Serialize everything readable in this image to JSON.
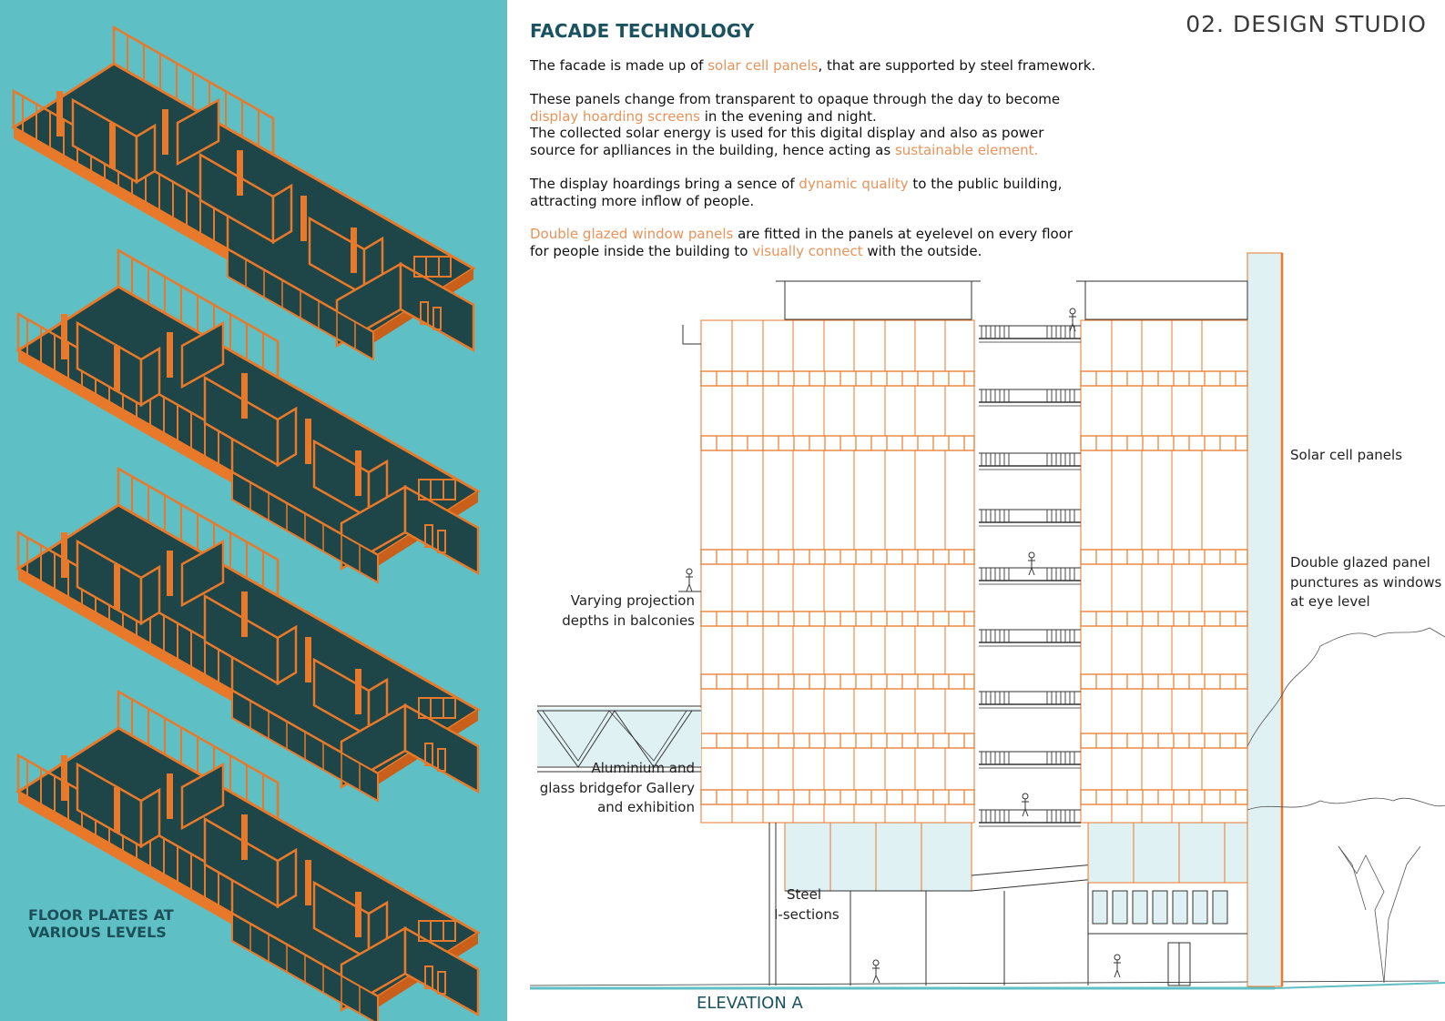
{
  "header": {
    "studio": "02. DESIGN STUDIO"
  },
  "facade": {
    "heading": "FACADE TECHNOLOGY",
    "p1": {
      "a": "The facade is made up of ",
      "hl1": "solar cell panels",
      "b": ", that are supported by steel framework."
    },
    "p2": {
      "a": "These panels change from transparent to opaque through the day to become ",
      "hl1": "display hoarding screens",
      "b": " in the evening and night.",
      "c": "The collected solar energy is used for this digital display and also as power source for aplliances in the building, hence acting as ",
      "hl2": "sustainable element."
    },
    "p3": {
      "a": "The display hoardings bring a sence of ",
      "hl1": "dynamic quality",
      "b": " to the public building, attracting more inflow of people."
    },
    "p4": {
      "hl1": "Double glazed window panels",
      "a": " are fitted in the panels at eyelevel on every floor for people inside the building to ",
      "hl2": "visually connect",
      "b": " with the outside."
    }
  },
  "floor_plates": {
    "title_line1": "FLOOR PLATES AT",
    "title_line2": "VARIOUS LEVELS"
  },
  "elevation": {
    "title": "ELEVATION A",
    "labels": {
      "solar": "Solar cell panels",
      "double_glazed": [
        "Double glazed panel",
        "punctures as windows",
        "at eye level"
      ],
      "balconies": [
        "Varying projection",
        "depths in balconies"
      ],
      "bridge": [
        "Aluminium and",
        "glass bridgefor Gallery",
        "and exhibition"
      ],
      "steel": [
        "Steel",
        "I-sections"
      ]
    }
  },
  "colors": {
    "teal_bg": "#5ec0c4",
    "orange": "#e8792a",
    "dark": "#1e4547",
    "highlight": "#e8935a",
    "heading": "#1b5260",
    "glass": "#dff1f2"
  }
}
